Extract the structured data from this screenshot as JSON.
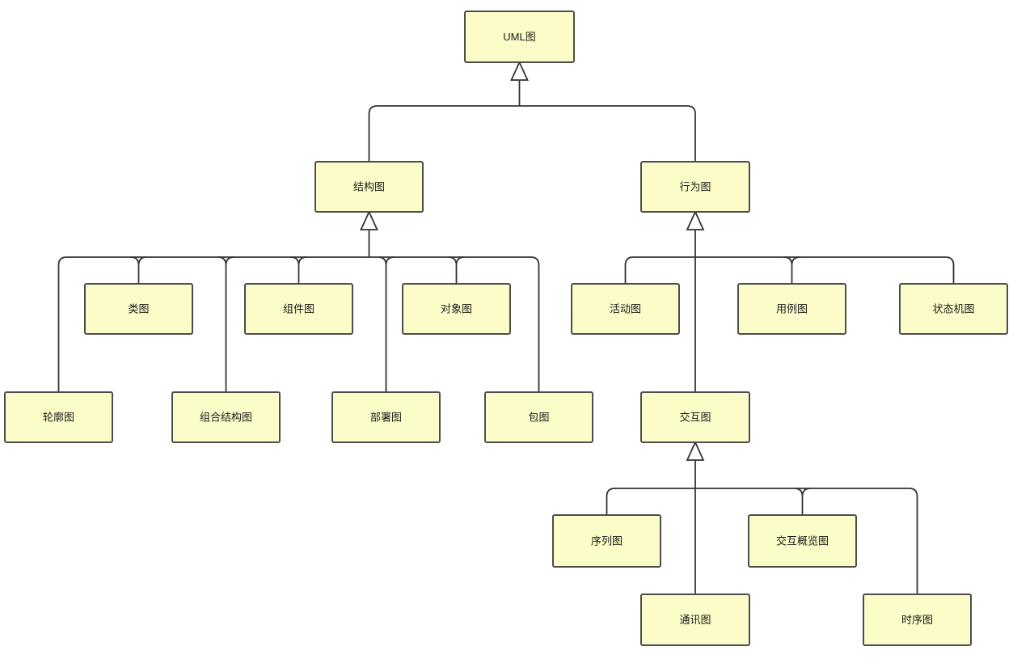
{
  "colors": {
    "background": "#FFFFFF",
    "node_fill": "#FCFCC9",
    "node_border": "#4D4D4D",
    "connector": "#333333",
    "text": "#1A1A1A"
  },
  "nodes": {
    "uml": {
      "label": "UML图"
    },
    "structure": {
      "label": "结构图"
    },
    "behavior": {
      "label": "行为图"
    },
    "class": {
      "label": "类图"
    },
    "component": {
      "label": "组件图"
    },
    "object": {
      "label": "对象图"
    },
    "activity": {
      "label": "活动图"
    },
    "usecase": {
      "label": "用例图"
    },
    "statemachine": {
      "label": "状态机图"
    },
    "profile": {
      "label": "轮廓图"
    },
    "composite": {
      "label": "组合结构图"
    },
    "deployment": {
      "label": "部署图"
    },
    "package": {
      "label": "包图"
    },
    "interaction": {
      "label": "交互图"
    },
    "sequence": {
      "label": "序列图"
    },
    "overview": {
      "label": "交互概览图"
    },
    "communication": {
      "label": "通讯图"
    },
    "timing": {
      "label": "时序图"
    }
  },
  "edges": [
    {
      "from": "结构图",
      "to": "UML图",
      "type": "generalization"
    },
    {
      "from": "行为图",
      "to": "UML图",
      "type": "generalization"
    },
    {
      "from": "轮廓图",
      "to": "结构图",
      "type": "generalization"
    },
    {
      "from": "类图",
      "to": "结构图",
      "type": "generalization"
    },
    {
      "from": "组合结构图",
      "to": "结构图",
      "type": "generalization"
    },
    {
      "from": "组件图",
      "to": "结构图",
      "type": "generalization"
    },
    {
      "from": "部署图",
      "to": "结构图",
      "type": "generalization"
    },
    {
      "from": "对象图",
      "to": "结构图",
      "type": "generalization"
    },
    {
      "from": "包图",
      "to": "结构图",
      "type": "generalization"
    },
    {
      "from": "活动图",
      "to": "行为图",
      "type": "generalization"
    },
    {
      "from": "交互图",
      "to": "行为图",
      "type": "generalization"
    },
    {
      "from": "用例图",
      "to": "行为图",
      "type": "generalization"
    },
    {
      "from": "状态机图",
      "to": "行为图",
      "type": "generalization"
    },
    {
      "from": "序列图",
      "to": "交互图",
      "type": "generalization"
    },
    {
      "from": "通讯图",
      "to": "交互图",
      "type": "generalization"
    },
    {
      "from": "交互概览图",
      "to": "交互图",
      "type": "generalization"
    },
    {
      "from": "时序图",
      "to": "交互图",
      "type": "generalization"
    }
  ]
}
